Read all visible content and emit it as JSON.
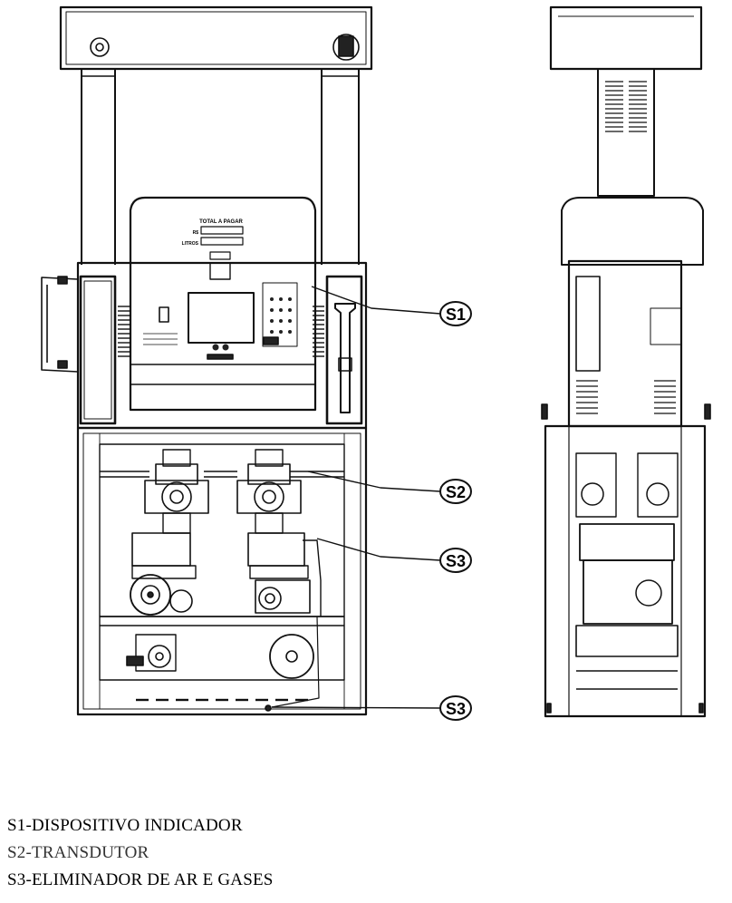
{
  "callouts": [
    "S1",
    "S2",
    "S3",
    "S3"
  ],
  "display": {
    "total_label": "TOTAL A PAGAR",
    "currency_label": "R$",
    "volume_label": "LITROS"
  },
  "legend": [
    "S1-DISPOSITIVO INDICADOR",
    "S2-TRANSDUTOR",
    "S3-ELIMINADOR DE AR E GASES"
  ]
}
